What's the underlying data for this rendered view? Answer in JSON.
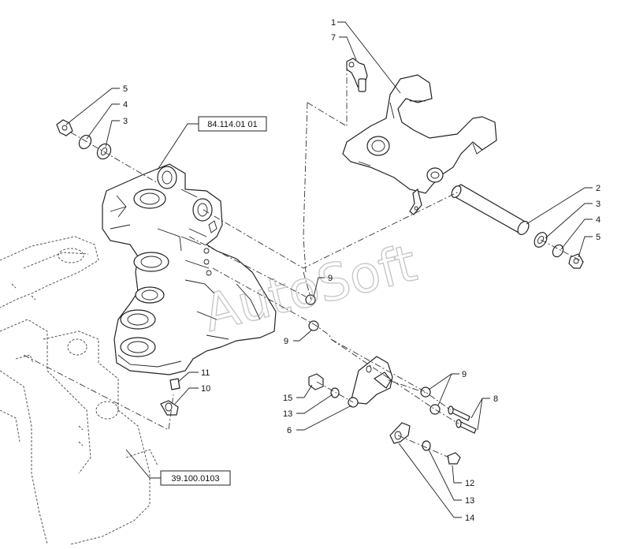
{
  "references": {
    "top": "84.114.01 01",
    "bottom": "39.100.0103"
  },
  "callouts": {
    "c1": "1",
    "c7": "7",
    "c5a": "5",
    "c4a": "4",
    "c3a": "3",
    "c2": "2",
    "c3b": "3",
    "c4b": "4",
    "c5b": "5",
    "c9a": "9",
    "c9b": "9",
    "c9c": "9",
    "c8": "8",
    "c11": "11",
    "c10": "10",
    "c15": "15",
    "c13a": "13",
    "c6": "6",
    "c12": "12",
    "c13b": "13",
    "c14": "14"
  },
  "watermark": "AutoSoft"
}
